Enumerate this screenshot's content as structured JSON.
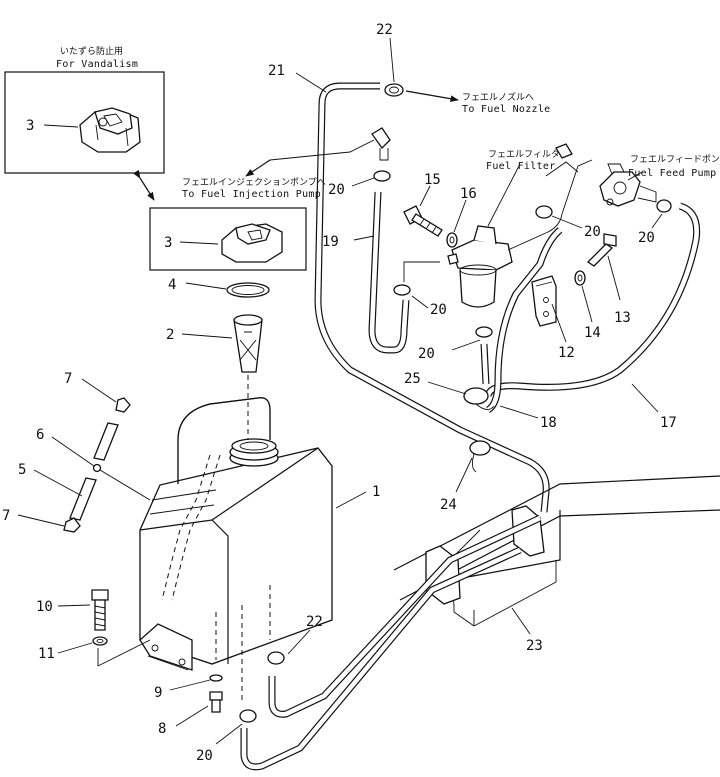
{
  "annotations": {
    "vandalism_jp": "いたずら防止用",
    "vandalism_en": "For Vandalism",
    "nozzle_jp": "フェエルノズルへ",
    "nozzle_en": "To Fuel Nozzle",
    "injection_jp": "フェエルインジェクションポンプへ",
    "injection_en": "To Fuel Injection Pump",
    "filter_jp": "フェエルフィルタ",
    "filter_en": "Fuel Filter",
    "feed_jp": "フェエルフィードポンプ",
    "feed_en": "Fuel Feed Pump"
  },
  "callouts": {
    "n1": "1",
    "n2": "2",
    "n3a": "3",
    "n3b": "3",
    "n4": "4",
    "n5": "5",
    "n6": "6",
    "n7a": "7",
    "n7b": "7",
    "n8": "8",
    "n9": "9",
    "n10": "10",
    "n11": "11",
    "n12": "12",
    "n13": "13",
    "n14": "14",
    "n15": "15",
    "n16": "16",
    "n17": "17",
    "n18": "18",
    "n19": "19",
    "n20a": "20",
    "n20b": "20",
    "n20c": "20",
    "n20d": "20",
    "n20e": "20",
    "n20f": "20",
    "n21": "21",
    "n22a": "22",
    "n22b": "22",
    "n23": "23",
    "n24": "24",
    "n25": "25"
  }
}
